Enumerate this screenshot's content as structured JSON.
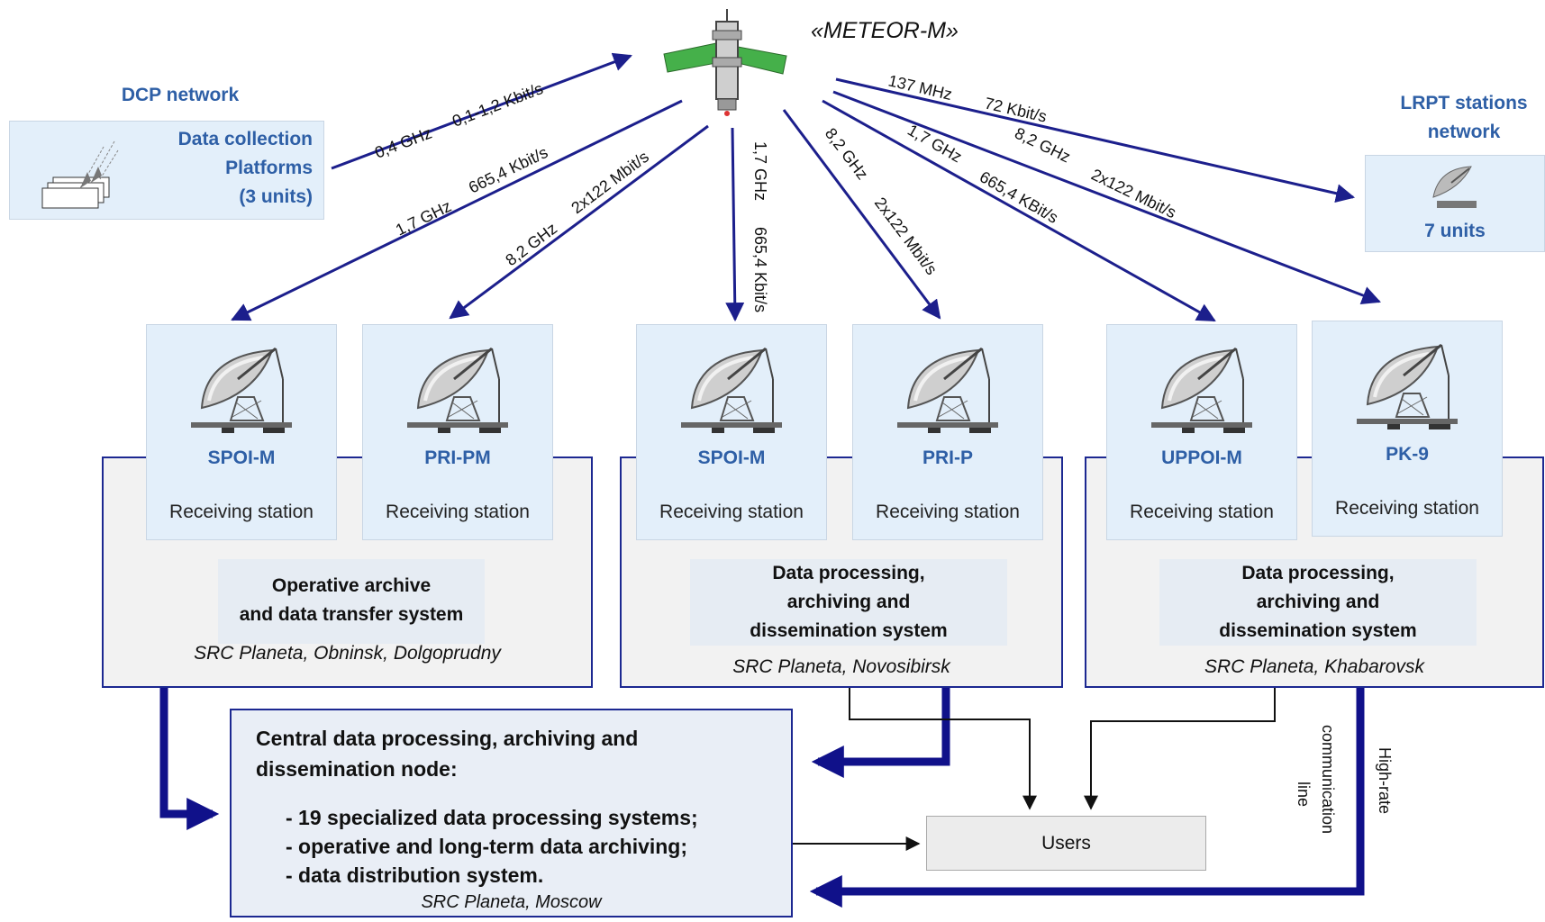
{
  "satellite": {
    "name": "«METEOR-M»"
  },
  "dcp": {
    "title": "DCP network",
    "line1": "Data collection",
    "line2": "Platforms",
    "line3": "(3 units)"
  },
  "lrpt": {
    "title_line1": "LRPT stations",
    "title_line2": "network",
    "units": "7 units"
  },
  "links": {
    "dcp_freq": "0,4 GHz",
    "dcp_rate": "0,1-1,2 Kbit/s",
    "a_freq": "1,7 GHz",
    "a_rate": "665,4 Kbit/s",
    "b_freq": "8,2 GHz",
    "b_rate": "2x122 Mbit/s",
    "c_freq": "1,7 GHz",
    "c_rate": "665,4 Kbit/s",
    "d_freq": "8,2 GHz",
    "d_rate": "2x122 Mbit/s",
    "e_freq": "1,7 GHz",
    "e_rate": "665,4 KBit/s",
    "f_freq": "8,2 GHz",
    "f_rate": "2x122 Mbit/s",
    "lrpt_freq": "137 MHz",
    "lrpt_rate": "72 Kbit/s"
  },
  "stations": [
    {
      "name": "SPOI-M",
      "type": "Receiving station"
    },
    {
      "name": "PRI-PM",
      "type": "Receiving station"
    },
    {
      "name": "SPOI-M",
      "type": "Receiving station"
    },
    {
      "name": "PRI-P",
      "type": "Receiving station"
    },
    {
      "name": "UPPOI-M",
      "type": "Receiving station"
    },
    {
      "name": "PK-9",
      "type": "Receiving station"
    }
  ],
  "groups": [
    {
      "system_line1": "Operative archive",
      "system_line2": "and data transfer system",
      "system_line3": "",
      "location": "SRC Planeta, Obninsk, Dolgoprudny"
    },
    {
      "system_line1": "Data processing,",
      "system_line2": "archiving and",
      "system_line3": "dissemination system",
      "location": "SRC Planeta, Novosibirsk"
    },
    {
      "system_line1": "Data processing,",
      "system_line2": "archiving and",
      "system_line3": "dissemination system",
      "location": "SRC Planeta, Khabarovsk"
    }
  ],
  "central": {
    "title_line1": "Central data processing, archiving and",
    "title_line2": "dissemination node:",
    "items": [
      "- 19 specialized data processing systems;",
      "- operative and long-term data archiving;",
      "- data distribution system."
    ],
    "location": "SRC Planeta, Moscow"
  },
  "users": {
    "label": "Users"
  },
  "lines": {
    "comm_line1": "communication",
    "comm_line2": "line",
    "highrate": "High-rate"
  },
  "colors": {
    "arrow": "#1c1f8c",
    "station_bg": "#e3effa",
    "title_blue": "#2e5fa6"
  }
}
